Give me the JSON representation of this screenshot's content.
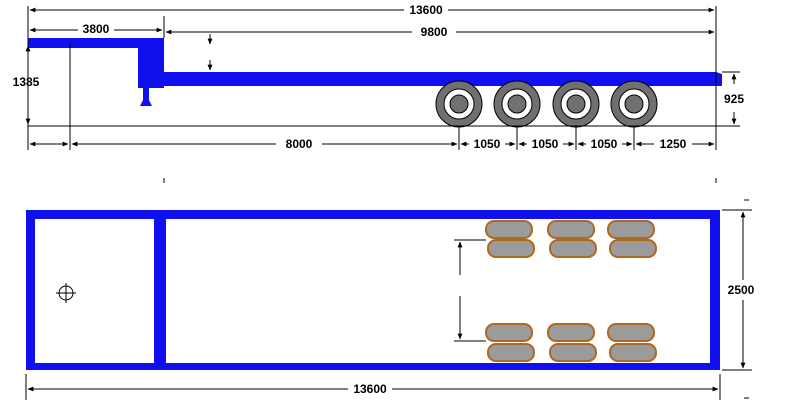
{
  "colors": {
    "frame": "#1010ee",
    "wheel_outer": "#707070",
    "wheel_inner": "#ffffff",
    "tire_pad": "#9b9b9b",
    "tire_pad_outline": "#b0681e",
    "line": "#000000"
  },
  "side_view": {
    "overall_length": "13600",
    "gooseneck_length": "3800",
    "deck_length": "9800",
    "gooseneck_height": "1385",
    "deck_height": "925",
    "axle_offset": "8000",
    "axle_spacing_1": "1050",
    "axle_spacing_2": "1050",
    "axle_spacing_3": "1050",
    "rear_overhang": "1250"
  },
  "top_view": {
    "width": "2500",
    "length": "13600"
  }
}
